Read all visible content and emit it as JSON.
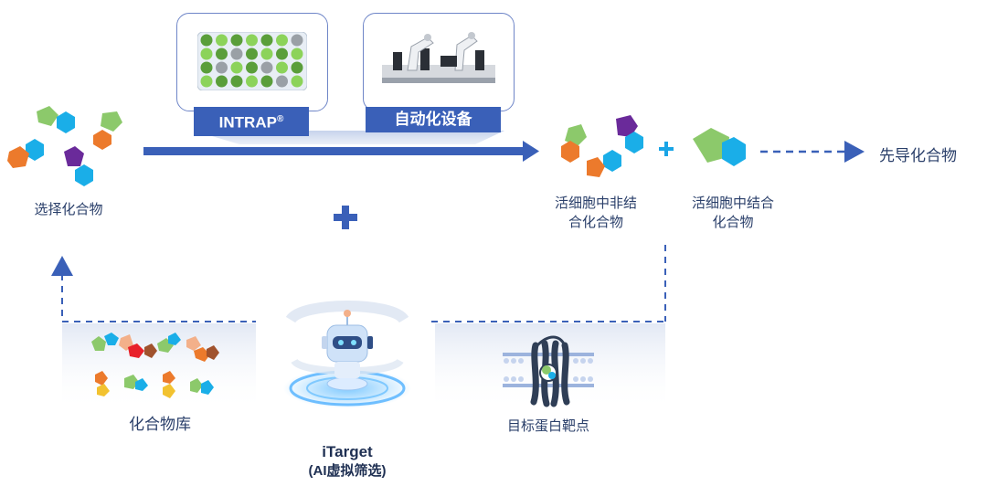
{
  "tools": {
    "intrap_label": "INTRAP",
    "intrap_reg": "®",
    "automation_label": "自动化设备"
  },
  "nodes": {
    "selected_compounds": "选择化合物",
    "non_binding_line1": "活细胞中非结",
    "non_binding_line2": "合化合物",
    "binding_line1": "活细胞中结合",
    "binding_line2": "化合物",
    "lead_compounds": "先导化合物",
    "compound_library": "化合物库",
    "target_protein": "目标蛋白靶点",
    "itarget_title": "iTarget",
    "itarget_subtitle": "(AI虚拟筛选)"
  },
  "colors": {
    "arrow_blue": "#3a60b8",
    "label_text": "#2a3f6a",
    "plus_blue": "#1aa5e6",
    "green": "#8cc96b",
    "cyan": "#1aaee8",
    "orange": "#ec7a2c",
    "purple": "#6a2a9a"
  }
}
